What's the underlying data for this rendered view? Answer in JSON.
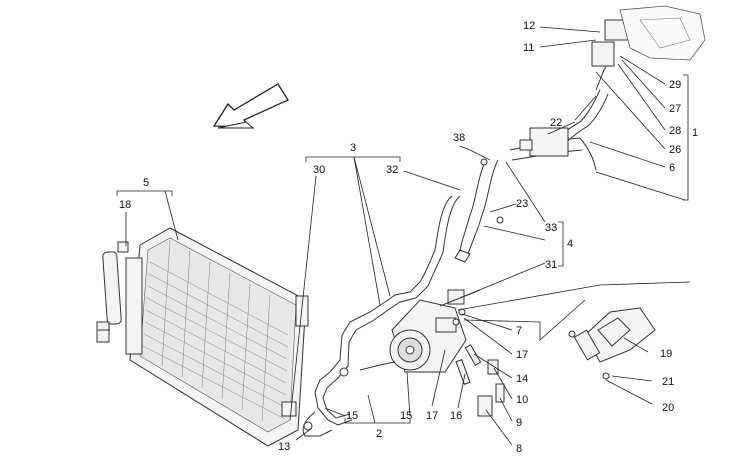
{
  "callouts": {
    "c1": "1",
    "c2": "2",
    "c3": "3",
    "c4": "4",
    "c5": "5",
    "c6": "6",
    "c7": "7",
    "c8": "8",
    "c9": "9",
    "c10": "10",
    "c11": "11",
    "c12": "12",
    "c13": "13",
    "c14": "14",
    "c15a": "15",
    "c15b": "15",
    "c16": "16",
    "c17a": "17",
    "c17b": "17",
    "c18": "18",
    "c19": "19",
    "c20": "20",
    "c21": "21",
    "c22": "22",
    "c23": "23",
    "c26": "26",
    "c27": "27",
    "c28": "28",
    "c29": "29",
    "c30": "30",
    "c31": "31",
    "c32": "32",
    "c33": "33",
    "c38": "38"
  },
  "icons": {
    "direction_arrow": "front-direction-arrow-icon"
  }
}
